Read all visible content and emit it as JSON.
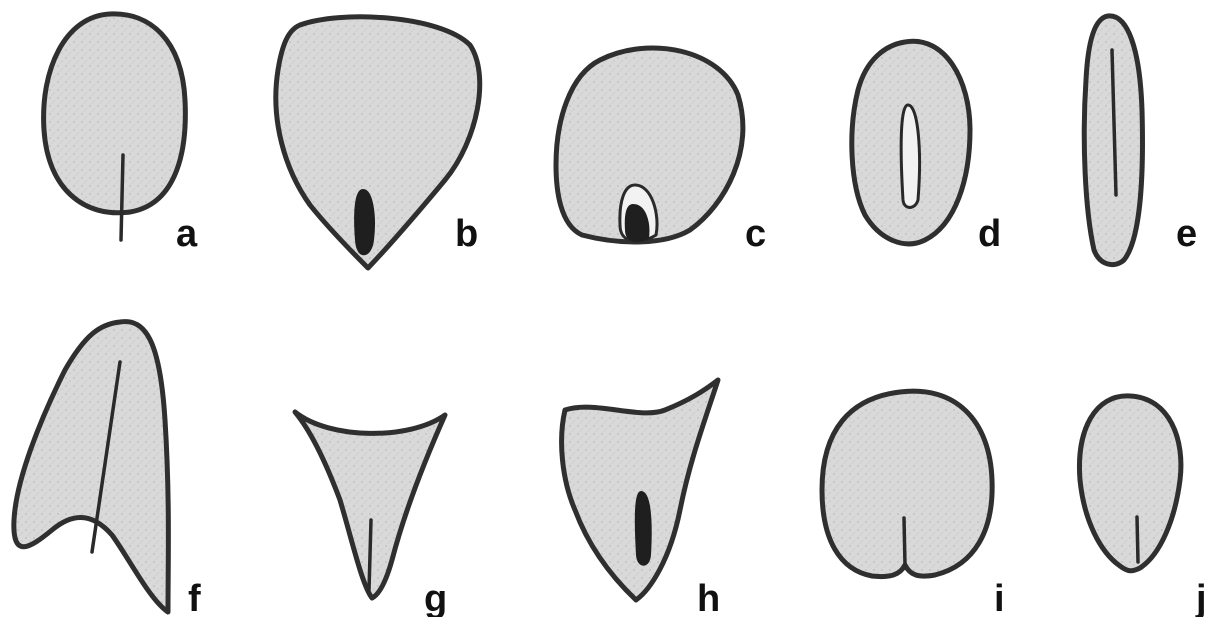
{
  "labels": {
    "a": "a",
    "b": "b",
    "c": "c",
    "d": "d",
    "e": "e",
    "f": "f",
    "g": "g",
    "h": "h",
    "i": "i",
    "j": "j"
  },
  "colors": {
    "fill": "#d9d9d9",
    "outline": "#2f2f2f",
    "text": "#111111"
  }
}
